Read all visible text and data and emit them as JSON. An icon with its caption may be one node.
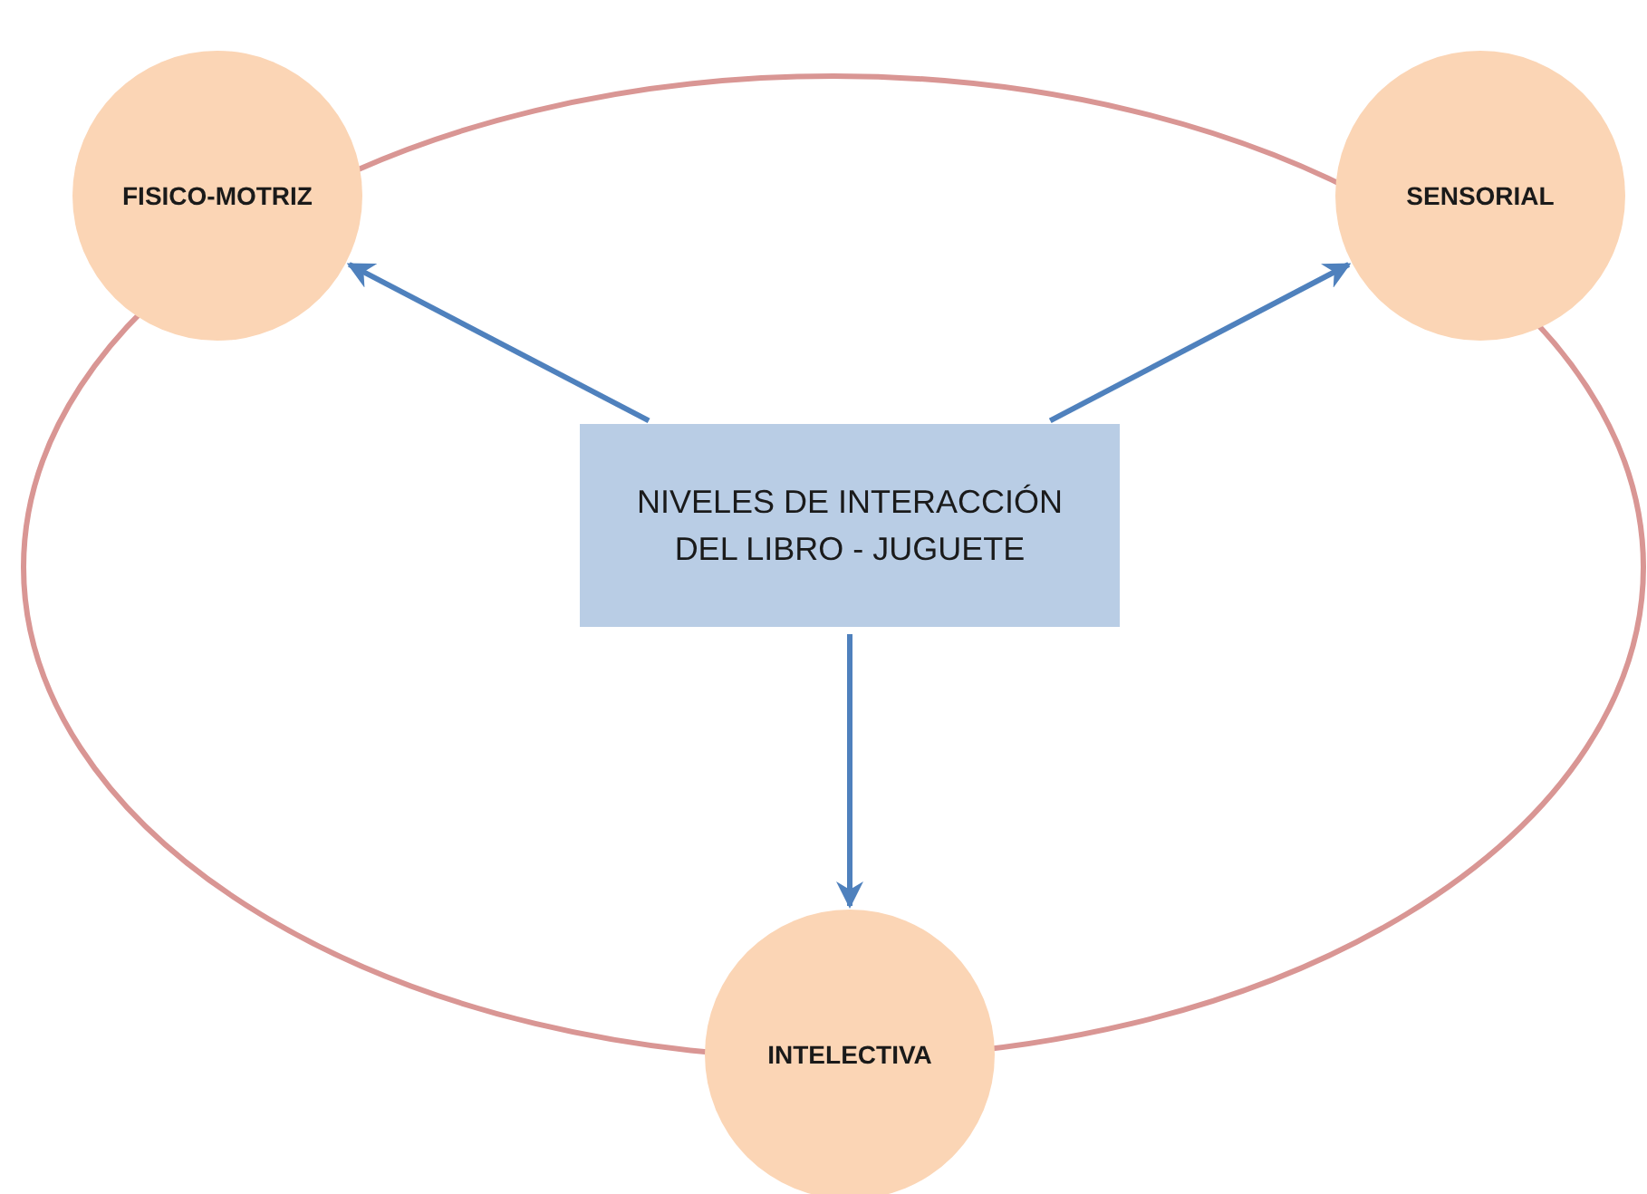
{
  "diagram": {
    "nodes": [
      {
        "text": [
          "FISICO-MOTRIZ"
        ]
      },
      {
        "text": [
          "SENSORIAL"
        ]
      },
      {
        "text": [
          "NIVELES DE INTERACCIÓN DEL LIBRO - JUGUETE"
        ]
      },
      {
        "text": [
          "INTELECTIVA"
        ]
      }
    ],
    "edges": [
      {
        "from": 2,
        "to": 0,
        "arrow": "to"
      },
      {
        "from": 2,
        "to": 1,
        "arrow": "to"
      },
      {
        "from": 2,
        "to": 3,
        "arrow": "to"
      }
    ]
  }
}
